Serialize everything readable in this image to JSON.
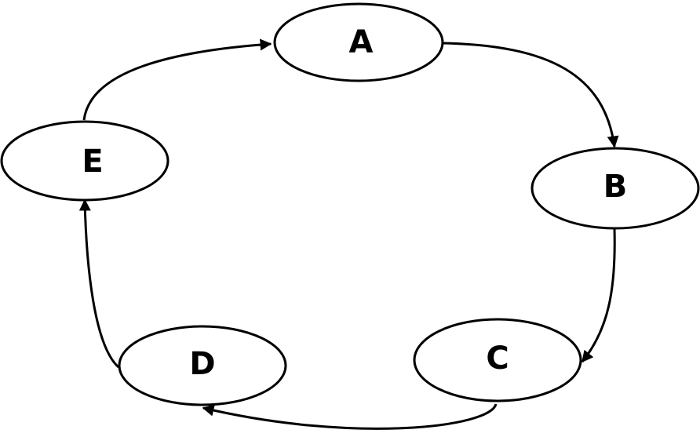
{
  "diagram": {
    "type": "directed-cycle",
    "nodes": [
      {
        "id": "A",
        "label": "A"
      },
      {
        "id": "B",
        "label": "B"
      },
      {
        "id": "C",
        "label": "C"
      },
      {
        "id": "D",
        "label": "D"
      },
      {
        "id": "E",
        "label": "E"
      }
    ],
    "edges": [
      {
        "from": "A",
        "to": "B"
      },
      {
        "from": "B",
        "to": "C"
      },
      {
        "from": "C",
        "to": "D"
      },
      {
        "from": "D",
        "to": "E"
      },
      {
        "from": "E",
        "to": "A"
      }
    ],
    "colors": {
      "background": "#ffffff",
      "stroke": "#000000",
      "text": "#000000"
    }
  }
}
